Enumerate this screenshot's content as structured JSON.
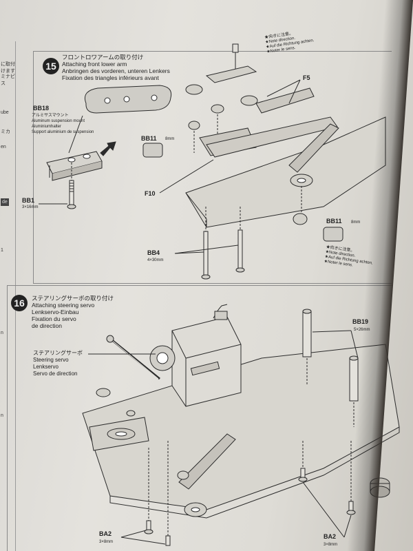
{
  "left_strip": {
    "items": [
      "に取付けます",
      "ミナビス",
      "ube",
      "ミカ",
      "en",
      "de",
      "1",
      "n",
      "n"
    ]
  },
  "step15": {
    "number": "15",
    "title_lines": [
      "フロントロワアームの取り付け",
      "Attaching front lower arm",
      "Anbringen des vorderen, unteren Lenkers",
      "Fixation des triangles inférieurs avant"
    ],
    "bb18": {
      "code": "BB18",
      "lines": [
        "アルミサスマウント",
        "Aluminum suspension mount",
        "Aluminiumhalter",
        "Support aluminium de suspension"
      ]
    },
    "bb1": {
      "code": "BB1",
      "size": "3×16mm"
    },
    "bb11_top": {
      "code": "BB11",
      "size": "8mm"
    },
    "bb11_bottom": {
      "code": "BB11",
      "size": "8mm"
    },
    "bb4": {
      "code": "BB4",
      "size": "4×30mm"
    },
    "f5": "F5",
    "f10": "F10",
    "note_top": [
      "★向きに注意。",
      "★Note direction.",
      "★Auf die Richtung achten.",
      "★Noter le sens."
    ],
    "note_bottom": [
      "★向きに注意。",
      "★Note direction.",
      "★Auf die Richtung achten.",
      "★Noter le sens."
    ]
  },
  "step16": {
    "number": "16",
    "title_lines": [
      "ステアリングサーボの取り付け",
      "Attaching steering servo",
      "Lenkservo-Einbau",
      "Fixation du servo",
      "de direction"
    ],
    "servo_label": [
      "ステアリングサーボ",
      "Steering servo",
      "Lenkservo",
      "Servo de direction"
    ],
    "bb19": {
      "code": "BB19",
      "size": "5×26mm"
    },
    "ba2_left": {
      "code": "BA2",
      "size": "3×8mm"
    },
    "ba2_right": {
      "code": "BA2",
      "size": "3×8mm"
    }
  }
}
